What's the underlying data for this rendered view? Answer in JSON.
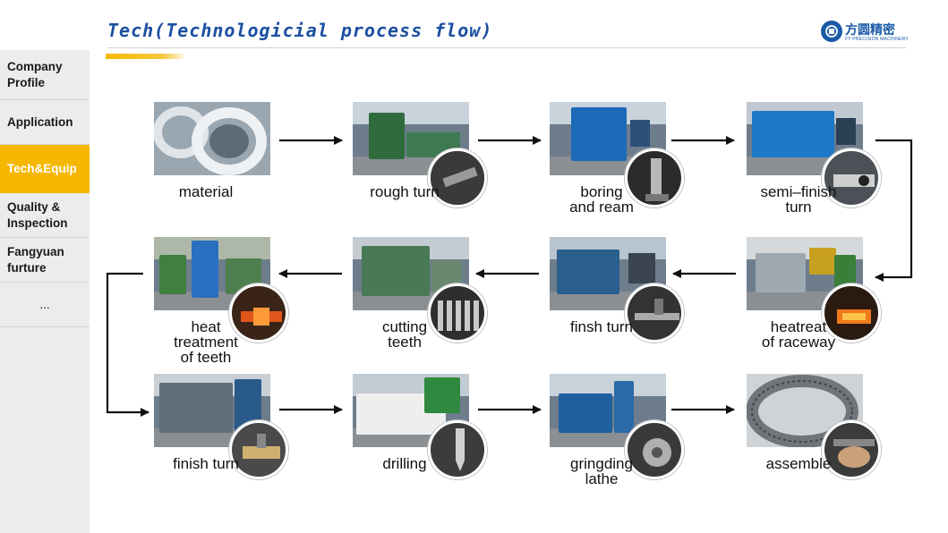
{
  "header": {
    "title": "Tech(Technologicial process flow)",
    "logo_text": "方圆精密",
    "logo_sub": "FY PRECISION MACHINERY"
  },
  "sidebar": {
    "items": [
      {
        "label": "Company\nProfile",
        "active": false
      },
      {
        "label": "Application",
        "active": false
      },
      {
        "label": "Tech&Equip",
        "active": true
      },
      {
        "label": "Quality &\nInspection",
        "active": false
      },
      {
        "label": "Fangyuan\nfurture",
        "active": false
      },
      {
        "label": "...",
        "active": false
      }
    ]
  },
  "process": {
    "steps": [
      {
        "label": "material",
        "icon": "steel-rings-photo"
      },
      {
        "label": "rough turn",
        "icon": "lathe-photo"
      },
      {
        "label": "boring\nand ream",
        "icon": "boring-machine-photo"
      },
      {
        "label": "semi–finish\nturn",
        "icon": "lathe-photo"
      },
      {
        "label": "heatreat\nof raceway",
        "icon": "induction-heating-photo"
      },
      {
        "label": "finsh turn",
        "icon": "lathe-photo"
      },
      {
        "label": "cutting\nteeth",
        "icon": "gear-cutting-photo"
      },
      {
        "label": "heat\ntreatment\nof  teeth",
        "icon": "induction-heating-photo"
      },
      {
        "label": "finish turn",
        "icon": "lathe-photo"
      },
      {
        "label": "drilling",
        "icon": "drilling-machine-photo"
      },
      {
        "label": "gringding\nlathe",
        "icon": "grinding-machine-photo"
      },
      {
        "label": "assemble",
        "icon": "slewing-bearing-photo"
      }
    ]
  },
  "colors": {
    "title_blue": "#1b4fa0",
    "accent_yellow": "#f6b700",
    "sidebar_bg": "#ececec",
    "arrow": "#111111"
  }
}
